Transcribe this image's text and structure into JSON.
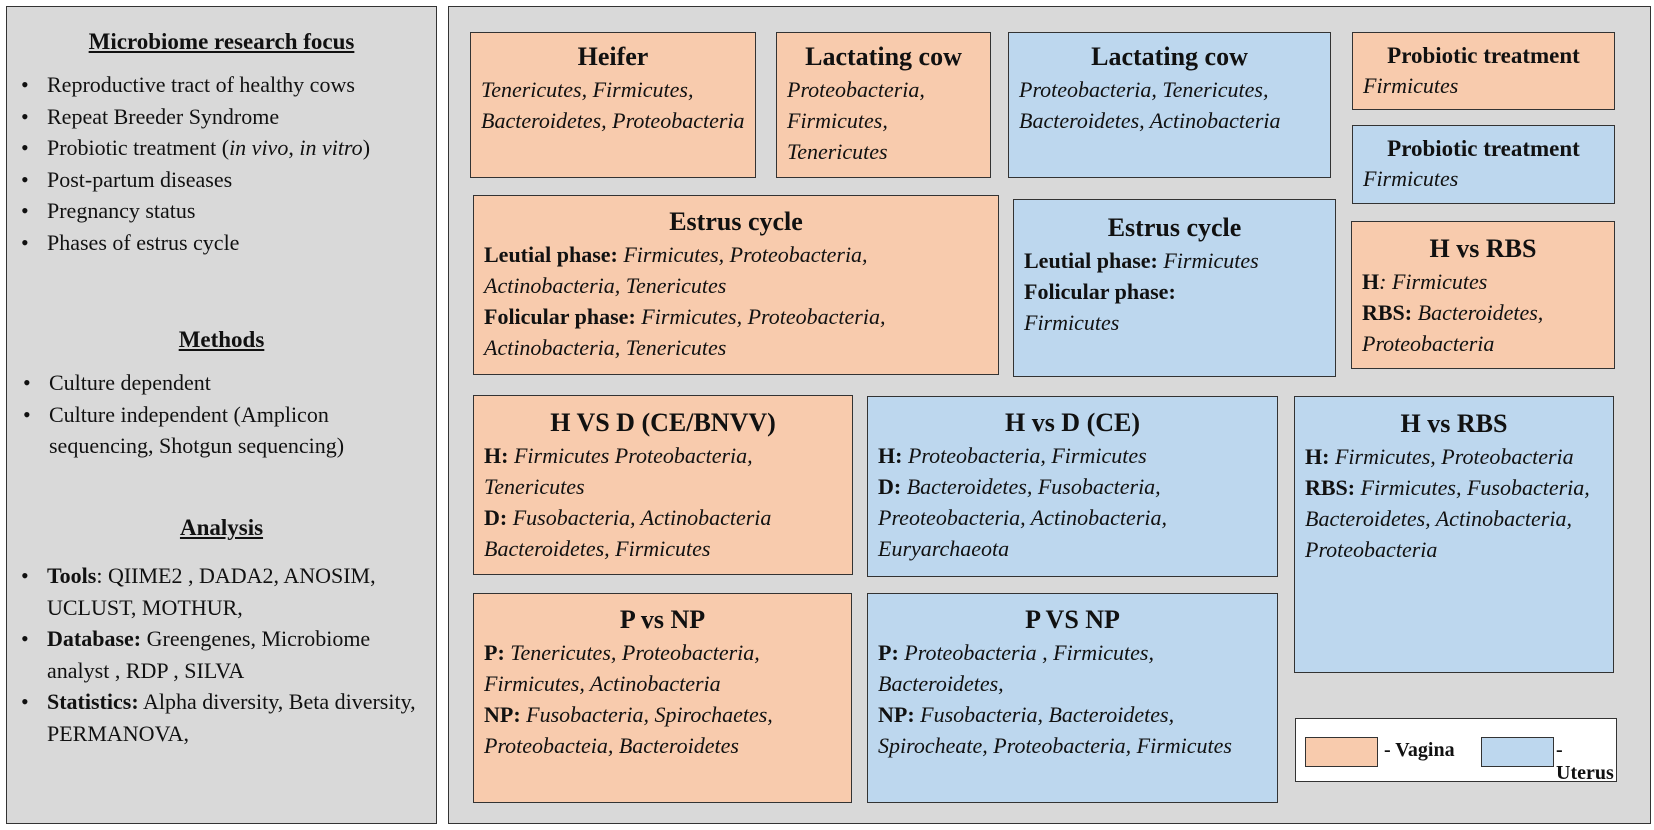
{
  "left": {
    "focus_title": "Microbiome research focus",
    "focus_items": {
      "i1": "Reproductive tract of healthy  cows",
      "i2": "Repeat Breeder Syndrome",
      "i3_a": "Probiotic treatment (",
      "i3_b": "in vivo",
      "i3_c": ", ",
      "i3_d": "in vitro",
      "i3_e": ")",
      "i4": "Post-partum diseases",
      "i5": "Pregnancy status",
      "i6": "Phases of estrus cycle"
    },
    "methods_title": "Methods",
    "methods_items": {
      "m1": "Culture dependent",
      "m2": "Culture independent (Amplicon sequencing, Shotgun sequencing)"
    },
    "analysis_title": "Analysis",
    "analysis_items": {
      "tools_label": "Tools",
      "tools_value": ": QIIME2 , DADA2, ANOSIM, UCLUST, MOTHUR,",
      "db_label": "Database:",
      "db_value": " Greengenes, Microbiome analyst , RDP , SILVA",
      "stats_label": "Statistics:",
      "stats_value": " Alpha diversity, Beta diversity, PERMANOVA,"
    }
  },
  "boxes": {
    "heifer": {
      "title": "Heifer",
      "taxa": "Tenericutes, Firmicutes, Bacteroidetes, Proteobacteria"
    },
    "lact_v": {
      "title": "Lactating cow",
      "taxa": "Proteobacteria, Firmicutes, Tenericutes"
    },
    "lact_u": {
      "title": "Lactating cow",
      "taxa": "Proteobacteria, Tenericutes, Bacteroidetes, Actinobacteria"
    },
    "prob_v": {
      "title": "Probiotic treatment",
      "taxa": "Firmicutes"
    },
    "prob_u": {
      "title": "Probiotic treatment",
      "taxa": "Firmicutes"
    },
    "estrus_v": {
      "title": "Estrus  cycle",
      "l1": "Leutial phase:",
      "t1": " Firmicutes,  Proteobacteria, Actinobacteria, Tenericutes",
      "l2": "Folicular phase:",
      "t2": " Firmicutes, Proteobacteria, Actinobacteria, Tenericutes"
    },
    "estrus_u": {
      "title": "Estrus  cycle",
      "l1": "Leutial phase:",
      "t1": " Firmicutes",
      "l2": "Folicular phase:",
      "t2": "Firmicutes"
    },
    "hrbs_v": {
      "title": "H vs RBS",
      "l1": "H",
      "t1": ": Firmicutes",
      "l2": "RBS:",
      "t2": " Bacteroidetes, Proteobacteria"
    },
    "hd_v": {
      "title": "H VS D (CE/BNVV)",
      "l1": "H:",
      "t1": " Firmicutes Proteobacteria, Tenericutes",
      "l2": "D:",
      "t2": " Fusobacteria, Actinobacteria Bacteroidetes, Firmicutes"
    },
    "hd_u": {
      "title": "H vs D (CE)",
      "l1": "H:",
      "t1": " Proteobacteria, Firmicutes",
      "l2": "D:",
      "t2": " Bacteroidetes, Fusobacteria, Preoteobacteria, Actinobacteria, Euryarchaeota"
    },
    "hrbs_u": {
      "title": "H vs RBS",
      "l1": "H:",
      "t1": " Firmicutes, Proteobacteria",
      "l2": "RBS:",
      "t2": " Firmicutes, Fusobacteria, Bacteroidetes, Actinobacteria, Proteobacteria"
    },
    "pnp_v": {
      "title": "P vs NP",
      "l1": "P:",
      "t1": " Tenericutes,  Proteobacteria, Firmicutes, Actinobacteria",
      "l2": "NP:",
      "t2": " Fusobacteria, Spirochaetes, Proteobacteia, Bacteroidetes"
    },
    "pnp_u": {
      "title": "P VS NP",
      "l1": "P:",
      "t1": " Proteobacteria ,  Firmicutes, Bacteroidetes,",
      "l2": "NP:",
      "t2": " Fusobacteria, Bacteroidetes, Spirocheate, Proteobacteria, Firmicutes"
    }
  },
  "legend": {
    "vagina": "- Vagina",
    "uterus": "- Uterus"
  },
  "colors": {
    "vagina": "#f8cbad",
    "uterus": "#bdd7ee",
    "panel": "#d9d9d9"
  }
}
